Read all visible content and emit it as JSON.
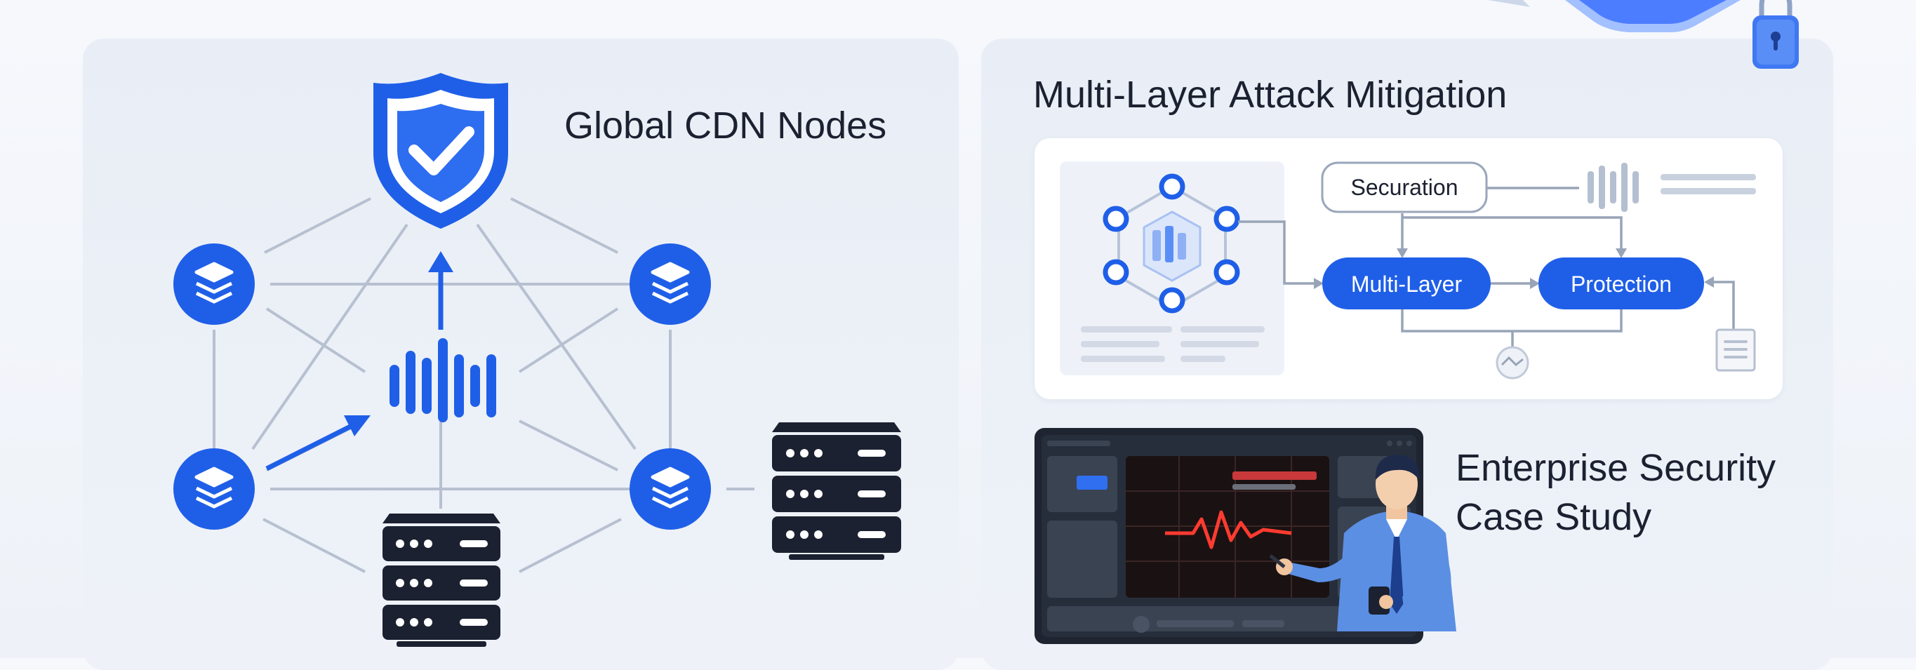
{
  "left_panel": {
    "title": "Global CDN Nodes"
  },
  "right_panel": {
    "title": "Multi-Layer Attack Mitigation",
    "flow": {
      "top_box": "Securation",
      "pill_1": "Multi-Layer",
      "pill_2": "Protection"
    },
    "case_study": {
      "title": "Enterprise Security Case Study"
    }
  },
  "colors": {
    "accent": "#1f5fe8",
    "dark": "#1b2130",
    "line": "#b7c0d0"
  },
  "icons": [
    "shield-check-icon",
    "layers-icon",
    "waveform-icon",
    "server-icon",
    "network-hex-icon",
    "document-icon",
    "padlock-icon",
    "heartbeat-icon"
  ]
}
